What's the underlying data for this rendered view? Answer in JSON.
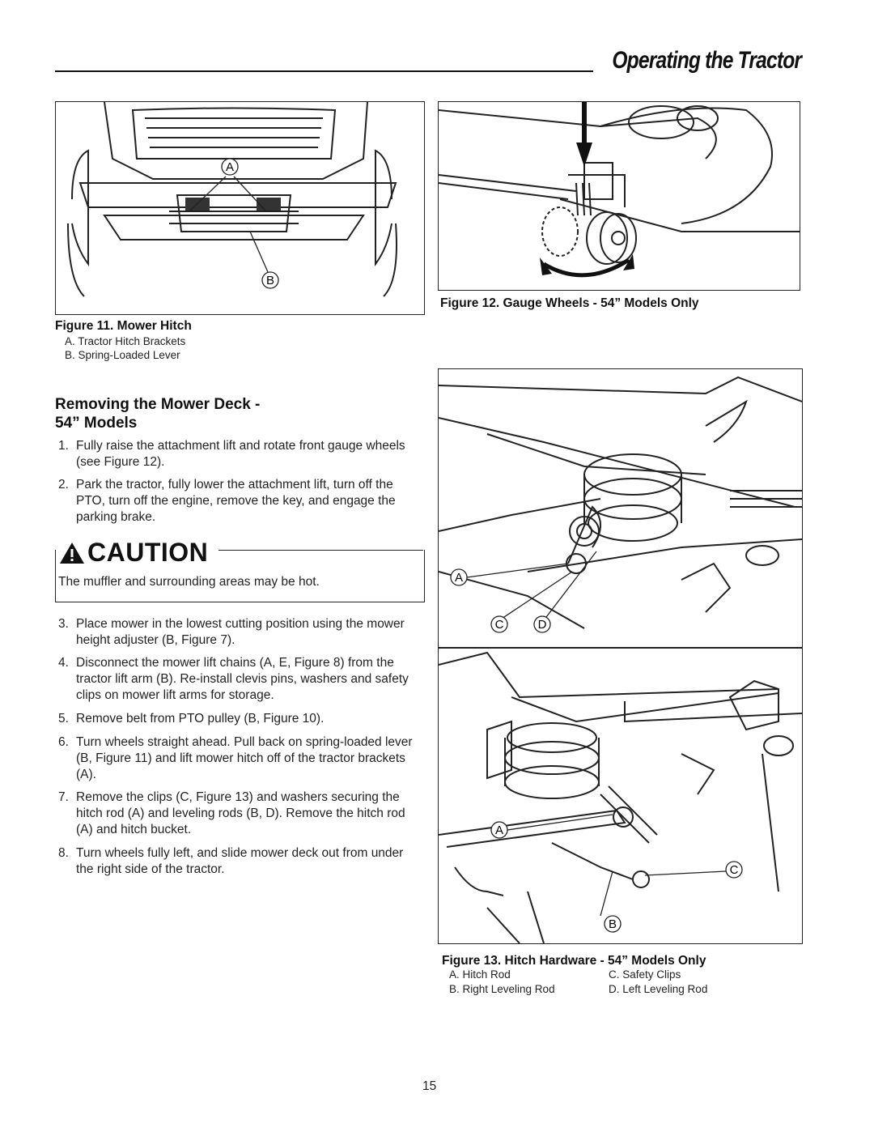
{
  "header": {
    "title": "Operating the Tractor"
  },
  "figure11": {
    "caption": "Figure 11. Mower Hitch",
    "items": [
      "A. Tractor Hitch Brackets",
      "B. Spring-Loaded Lever"
    ],
    "callouts": [
      "A",
      "B"
    ]
  },
  "figure12": {
    "caption": "Figure 12. Gauge Wheels - 54” Models Only"
  },
  "figure13": {
    "caption": "Figure 13. Hitch Hardware - 54” Models Only",
    "items": [
      "A. Hitch Rod",
      "C. Safety Clips",
      "B. Right Leveling Rod",
      "D. Left Leveling Rod"
    ],
    "callouts_top": [
      "A",
      "C",
      "D"
    ],
    "callouts_bottom": [
      "A",
      "C",
      "B"
    ]
  },
  "section": {
    "heading_line1": "Removing the Mower Deck -",
    "heading_line2": "54” Models"
  },
  "steps_before": [
    {
      "num": "1.",
      "text": "Fully raise the attachment lift and rotate front gauge wheels (see Figure 12)."
    },
    {
      "num": "2.",
      "text": "Park the tractor, fully lower the attachment lift, turn off the PTO, turn off the engine, remove the key, and engage the parking brake."
    }
  ],
  "caution": {
    "label": "CAUTION",
    "text": "The muffler and surrounding areas may be hot."
  },
  "steps_after": [
    {
      "num": "3.",
      "text": "Place mower in the lowest cutting position using the mower height adjuster (B, Figure 7)."
    },
    {
      "num": "4.",
      "text": "Disconnect the mower lift chains (A, E, Figure 8) from the tractor lift arm (B). Re-install clevis pins, washers and safety clips on mower lift arms for storage."
    },
    {
      "num": "5.",
      "text": "Remove belt from PTO pulley (B, Figure 10)."
    },
    {
      "num": "6.",
      "text": "Turn wheels straight ahead. Pull back on spring-loaded lever (B, Figure 11) and lift mower hitch off of the tractor brackets (A)."
    },
    {
      "num": "7.",
      "text": "Remove the clips (C, Figure 13) and washers securing the hitch rod (A) and leveling rods (B, D). Remove the hitch rod (A) and hitch bucket."
    },
    {
      "num": "8.",
      "text": "Turn wheels fully left, and slide mower deck out from under the right side of the tractor."
    }
  ],
  "page_number": "15"
}
